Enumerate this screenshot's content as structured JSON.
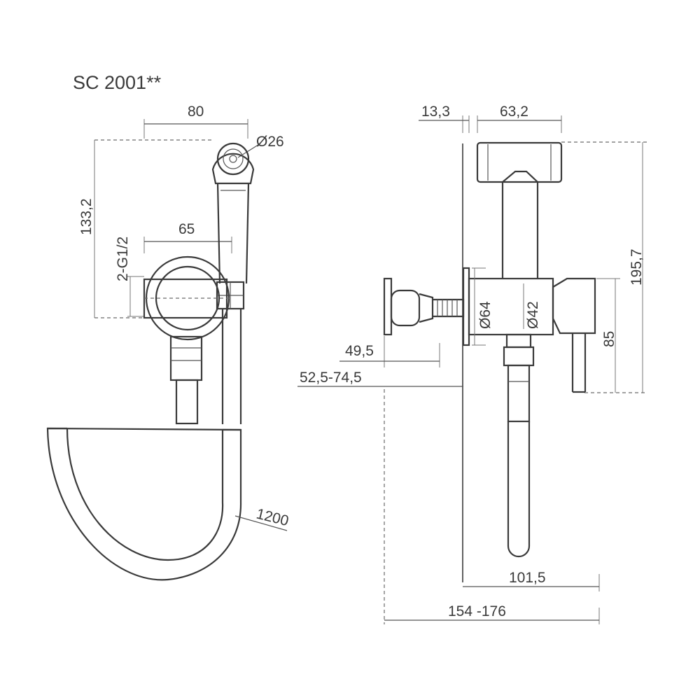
{
  "title": "SC 2001**",
  "front_view": {
    "dims": {
      "width_80": "80",
      "dia_26": "Ø26",
      "height_133_2": "133,2",
      "width_65": "65",
      "thread_2_g1_2": "2-G1/2",
      "hose_1200": "1200"
    }
  },
  "side_view": {
    "dims": {
      "d_13_3": "13,3",
      "d_63_2": "63,2",
      "h_195_7": "195,7",
      "dia_64": "Ø64",
      "dia_42": "Ø42",
      "h_85": "85",
      "d_49_5": "49,5",
      "d_52_5_74_5": "52,5-74,5",
      "d_101_5": "101,5",
      "d_154_176": "154 -176"
    }
  }
}
